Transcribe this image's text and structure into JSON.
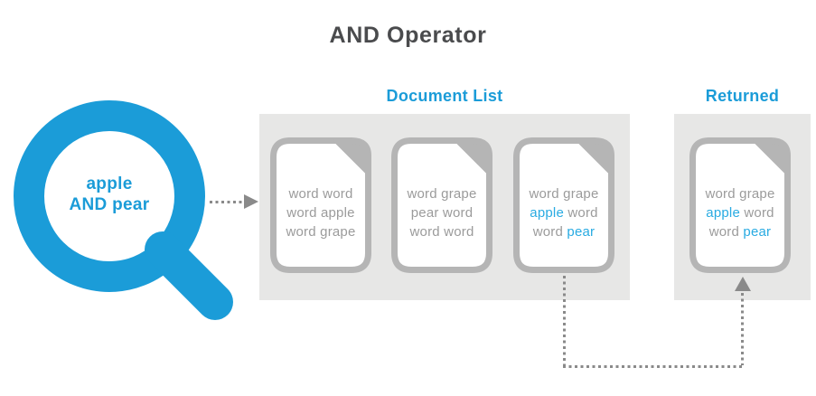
{
  "title": "AND Operator",
  "query": {
    "line1": "apple",
    "line2": "AND pear"
  },
  "document_list": {
    "header": "Document List",
    "documents": [
      {
        "name": "document-1",
        "lines": [
          [
            {
              "t": "word word"
            }
          ],
          [
            {
              "t": "word apple"
            }
          ],
          [
            {
              "t": "word grape"
            }
          ]
        ]
      },
      {
        "name": "document-2",
        "lines": [
          [
            {
              "t": "word grape"
            }
          ],
          [
            {
              "t": "pear word"
            }
          ],
          [
            {
              "t": "word word"
            }
          ]
        ]
      },
      {
        "name": "document-3",
        "lines": [
          [
            {
              "t": "word grape"
            }
          ],
          [
            {
              "t": "apple",
              "hl": true
            },
            {
              "t": " word"
            }
          ],
          [
            {
              "t": "word "
            },
            {
              "t": "pear",
              "hl": true
            }
          ]
        ]
      }
    ]
  },
  "returned": {
    "header": "Returned",
    "documents": [
      {
        "name": "returned-document",
        "lines": [
          [
            {
              "t": "word grape"
            }
          ],
          [
            {
              "t": "apple",
              "hl": true
            },
            {
              "t": " word"
            }
          ],
          [
            {
              "t": "word "
            },
            {
              "t": "pear",
              "hl": true
            }
          ]
        ]
      }
    ]
  },
  "icons": {
    "magnifier-icon": "magnifying-glass (svg circle + handle)",
    "query-arrowhead": "triangle-right",
    "result-arrowhead": "triangle-up",
    "document-icon": "page-with-folded-corner"
  },
  "colors": {
    "accent_blue": "#1b9cd8",
    "keyword_blue": "#29abe2",
    "panel_bg": "#e7e7e6",
    "doc_border": "#b5b5b5",
    "doc_text": "#9b9b9b",
    "title_text": "#4a4b4d",
    "arrow_gray": "#8a8a8a",
    "page_bg": "#ffffff"
  }
}
